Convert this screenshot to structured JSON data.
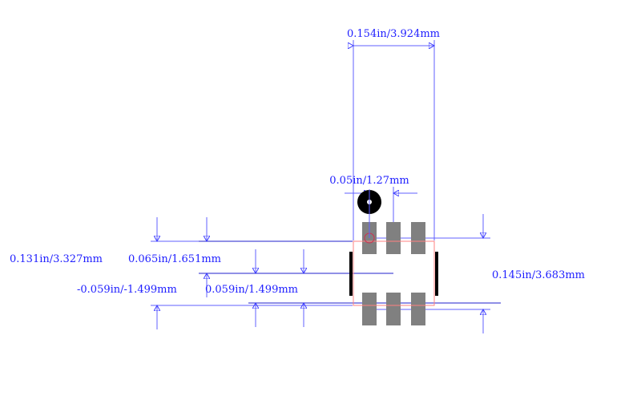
{
  "dimensions": {
    "body_width": "0.154in/3.924mm",
    "pitch": "0.05in/1.27mm",
    "pad_span": "0.145in/3.683mm",
    "overall_height": "0.131in/3.327mm",
    "half_height": "0.065in/1.651mm",
    "offset_neg": "-0.059in/-1.499mm",
    "offset_pos": "0.059in/1.499mm"
  },
  "colors": {
    "dimension": "#2020ff",
    "pad": "#808080",
    "body": "#ff8080",
    "marker": "#000000"
  }
}
